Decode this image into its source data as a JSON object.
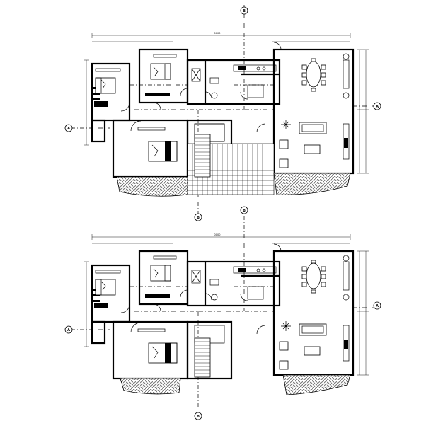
{
  "drawing": {
    "type": "architectural floor plan",
    "plans": [
      {
        "id": "upper-plan",
        "section_markers": [
          "A",
          "A",
          "B",
          "B"
        ],
        "balcony_floor": "tile grid"
      },
      {
        "id": "lower-plan",
        "section_markers": [
          "A",
          "A",
          "B",
          "B"
        ],
        "balcony_floor": "none"
      }
    ],
    "dimension_text": "0000",
    "colors": {
      "line": "#000000",
      "background": "#ffffff"
    }
  }
}
